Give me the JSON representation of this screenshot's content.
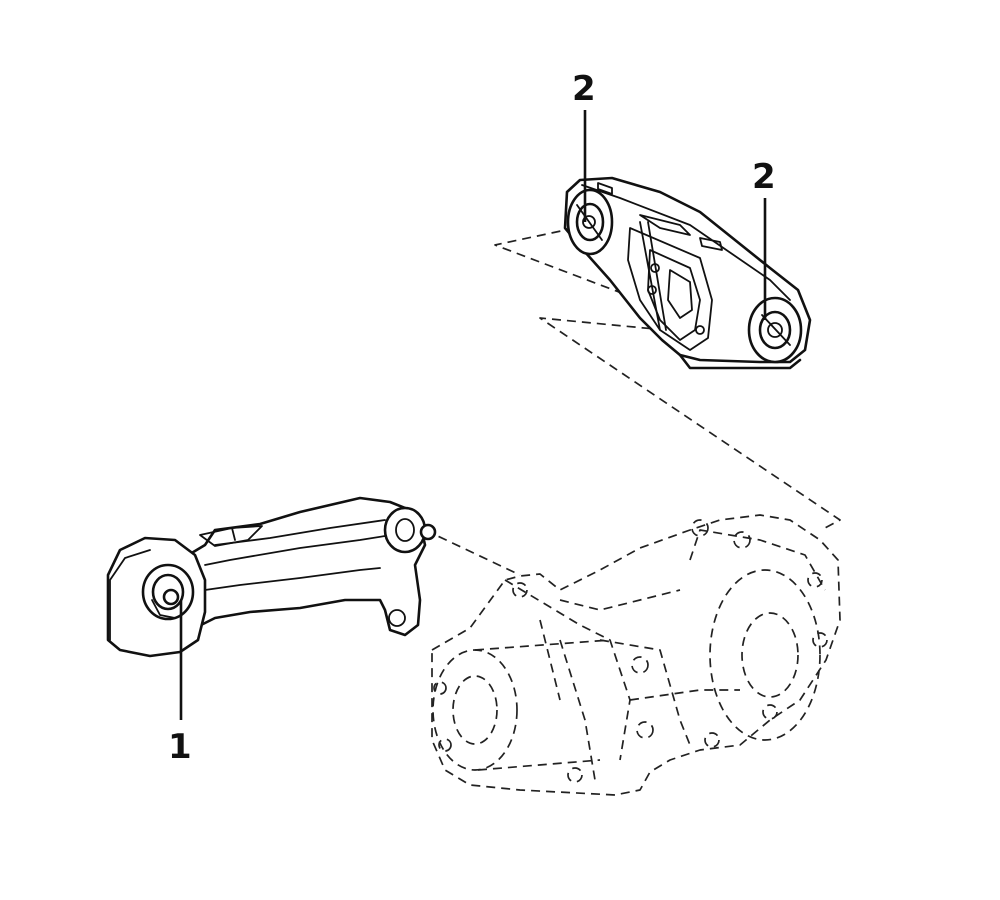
{
  "diagram": {
    "callouts": [
      {
        "id": "callout-1",
        "label": "1"
      },
      {
        "id": "callout-2a",
        "label": "2"
      },
      {
        "id": "callout-2b",
        "label": "2"
      }
    ],
    "parts": [
      {
        "name": "rear-mount-bracket-icon"
      },
      {
        "name": "crossmember-mount-bracket-icon"
      },
      {
        "name": "transfer-case-phantom-icon"
      }
    ]
  }
}
